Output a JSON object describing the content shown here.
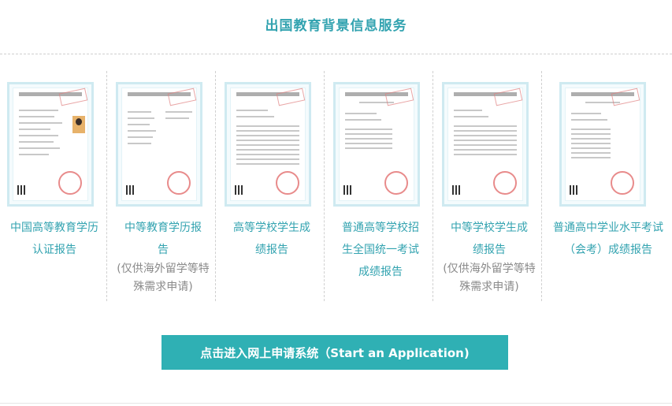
{
  "header": {
    "title": "出国教育背景信息服务"
  },
  "reports": [
    {
      "title": "中国高等教育学历认证报告",
      "note": ""
    },
    {
      "title": "中等教育学历报告",
      "note": "(仅供海外留学等特殊需求申请)"
    },
    {
      "title": "高等学校学生成绩报告",
      "note": ""
    },
    {
      "title": "普通高等学校招生全国统一考试成绩报告",
      "note": ""
    },
    {
      "title": "中等学校学生成绩报告",
      "note": "(仅供海外留学等特殊需求申请)"
    },
    {
      "title": "普通高中学业水平考试（会考）成绩报告",
      "note": ""
    }
  ],
  "cta": {
    "label": "点击进入网上申请系统（Start an Application)"
  },
  "colors": {
    "accent": "#33a3b0",
    "button": "#2fb0b4",
    "note": "#8a8a8a"
  },
  "icons": {
    "thumbnail": "certificate-thumbnail-icon"
  }
}
